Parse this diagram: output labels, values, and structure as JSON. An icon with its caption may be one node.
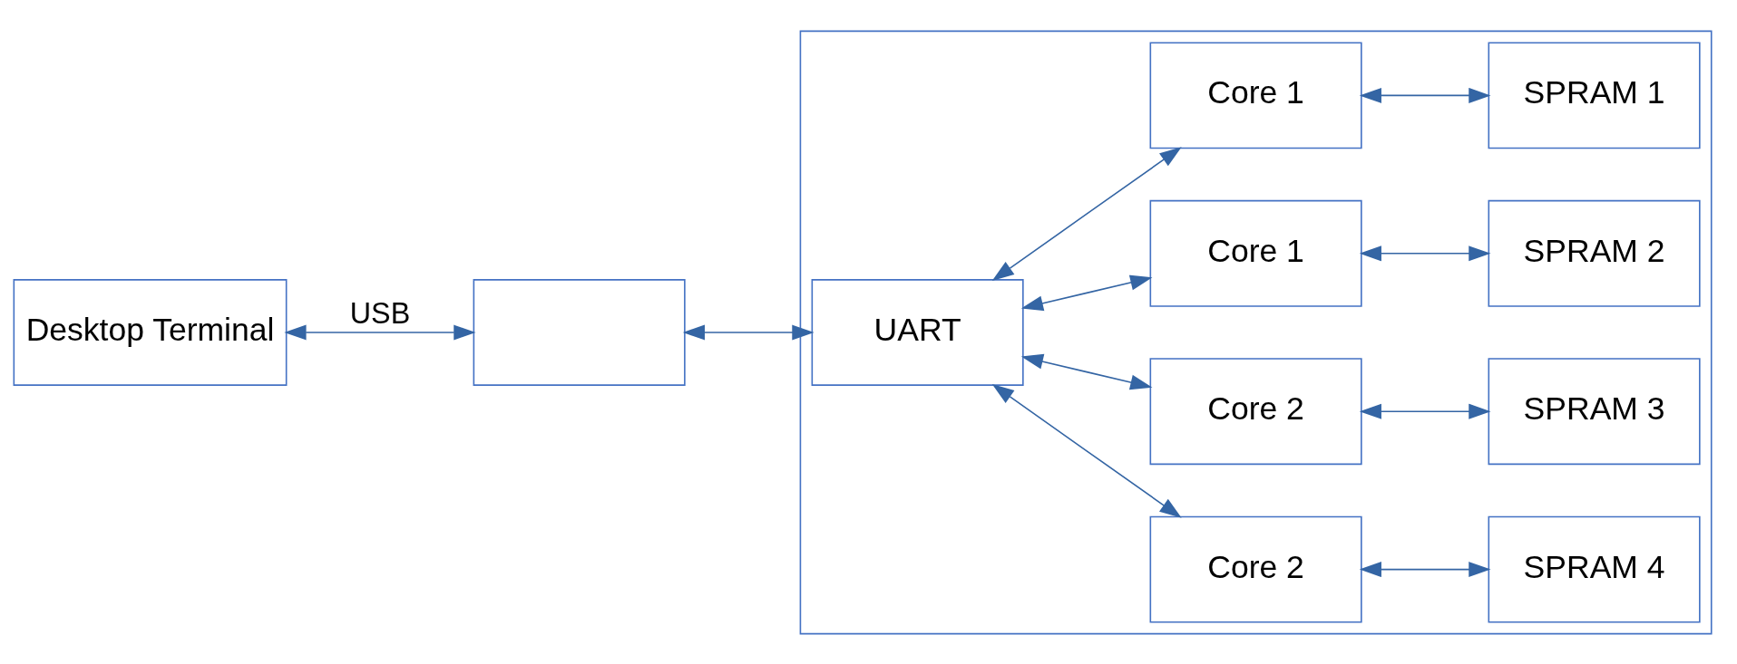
{
  "diagram": {
    "nodes": [
      {
        "text": [
          "Desktop Terminal"
        ]
      },
      {
        "text": [],
        "shape": "box"
      },
      {
        "text": [],
        "shape": "box"
      },
      {
        "text": [
          "UART"
        ],
        "in": 2
      },
      {
        "text": [
          "Core 1"
        ],
        "in": 2
      },
      {
        "text": [
          "SPRAM 1"
        ],
        "in": 2
      },
      {
        "text": [
          "Core 1"
        ],
        "in": 2
      },
      {
        "text": [
          "SPRAM 2"
        ],
        "in": 2
      },
      {
        "text": [
          "Core 2"
        ],
        "in": 2
      },
      {
        "text": [
          "SPRAM 3"
        ],
        "in": 2
      },
      {
        "text": [
          "Core 2"
        ],
        "in": 2
      },
      {
        "text": [
          "SPRAM 4"
        ],
        "in": 2
      }
    ],
    "edges": [
      {
        "from": 0,
        "to": 1,
        "arrow": "both",
        "label": "USB"
      },
      {
        "from": 1,
        "to": 3,
        "arrow": "both"
      },
      {
        "from": 3,
        "to": 4,
        "arrow": "both"
      },
      {
        "from": 3,
        "to": 6,
        "arrow": "both"
      },
      {
        "from": 3,
        "to": 8,
        "arrow": "both"
      },
      {
        "from": 3,
        "to": 10,
        "arrow": "both"
      },
      {
        "from": 4,
        "to": 5,
        "arrow": "both"
      },
      {
        "from": 6,
        "to": 7,
        "arrow": "both"
      },
      {
        "from": 8,
        "to": 9,
        "arrow": "both"
      },
      {
        "from": 10,
        "to": 11,
        "arrow": "both"
      }
    ]
  }
}
